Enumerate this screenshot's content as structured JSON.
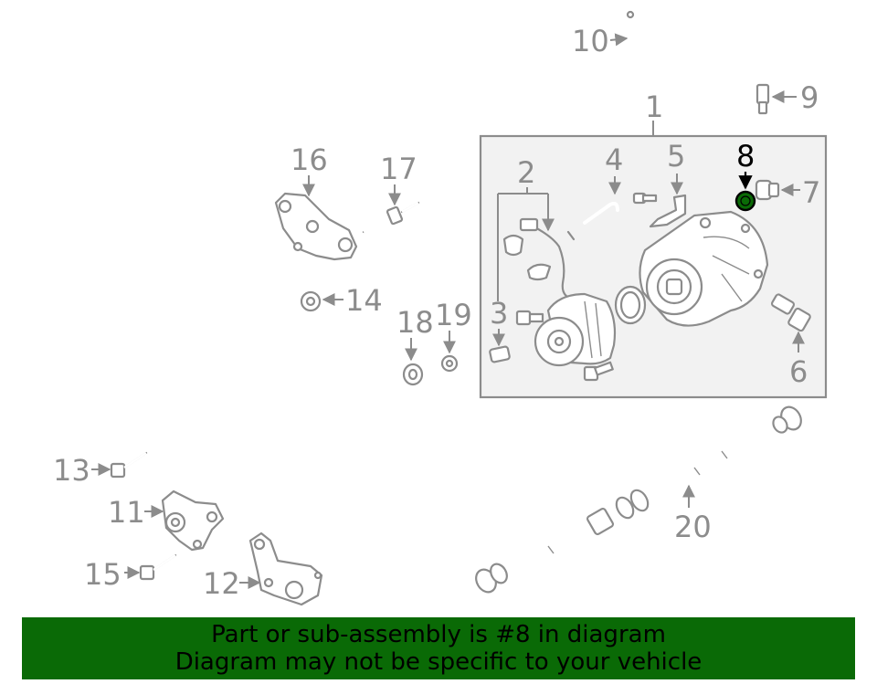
{
  "highlight_color": "#0a6a06",
  "callouts": {
    "c1": "1",
    "c2": "2",
    "c3": "3",
    "c4": "4",
    "c5": "5",
    "c6": "6",
    "c7": "7",
    "c8": "8",
    "c9": "9",
    "c10": "10",
    "c11": "11",
    "c12": "12",
    "c13": "13",
    "c14": "14",
    "c15": "15",
    "c16": "16",
    "c17": "17",
    "c18": "18",
    "c19": "19",
    "c20": "20"
  },
  "highlighted_part": "8",
  "banner": {
    "line1": "Part or sub-assembly is #8 in diagram",
    "line2": "Diagram may not be specific to your vehicle"
  }
}
